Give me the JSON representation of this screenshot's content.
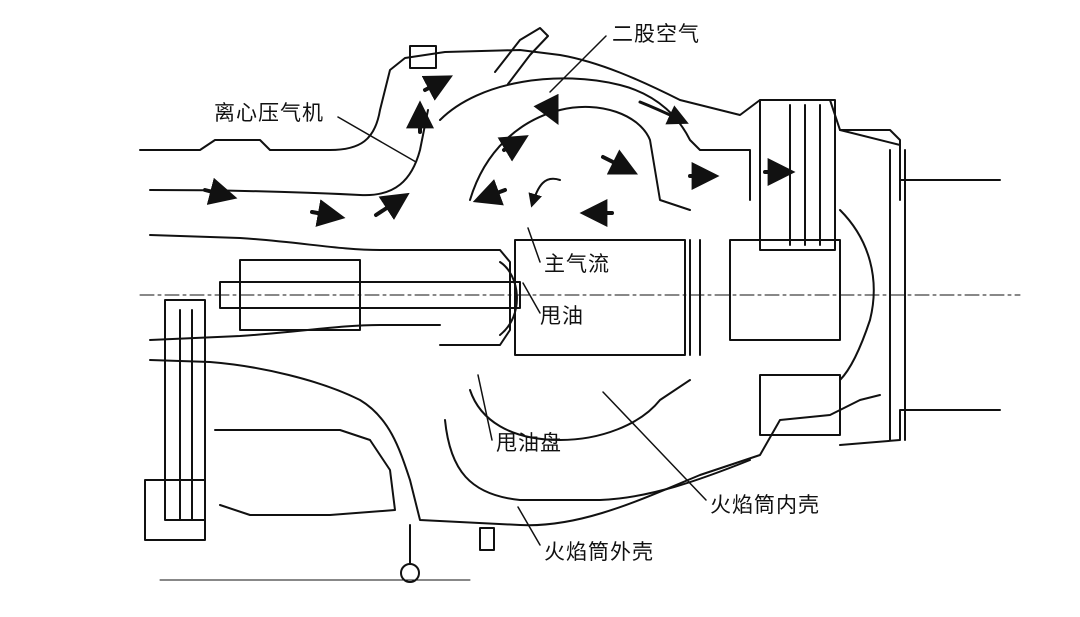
{
  "labels": {
    "bypass_air": "二股空气",
    "centrifugal_compressor": "离心压气机",
    "main_airflow": "主气流",
    "oil_slinging": "甩油",
    "oil_slinger_disk": "甩油盘",
    "liner_inner_casing": "火焰筒内壳",
    "liner_outer_casing": "火焰筒外壳"
  },
  "colors": {
    "line": "#111111",
    "background": "#ffffff"
  }
}
